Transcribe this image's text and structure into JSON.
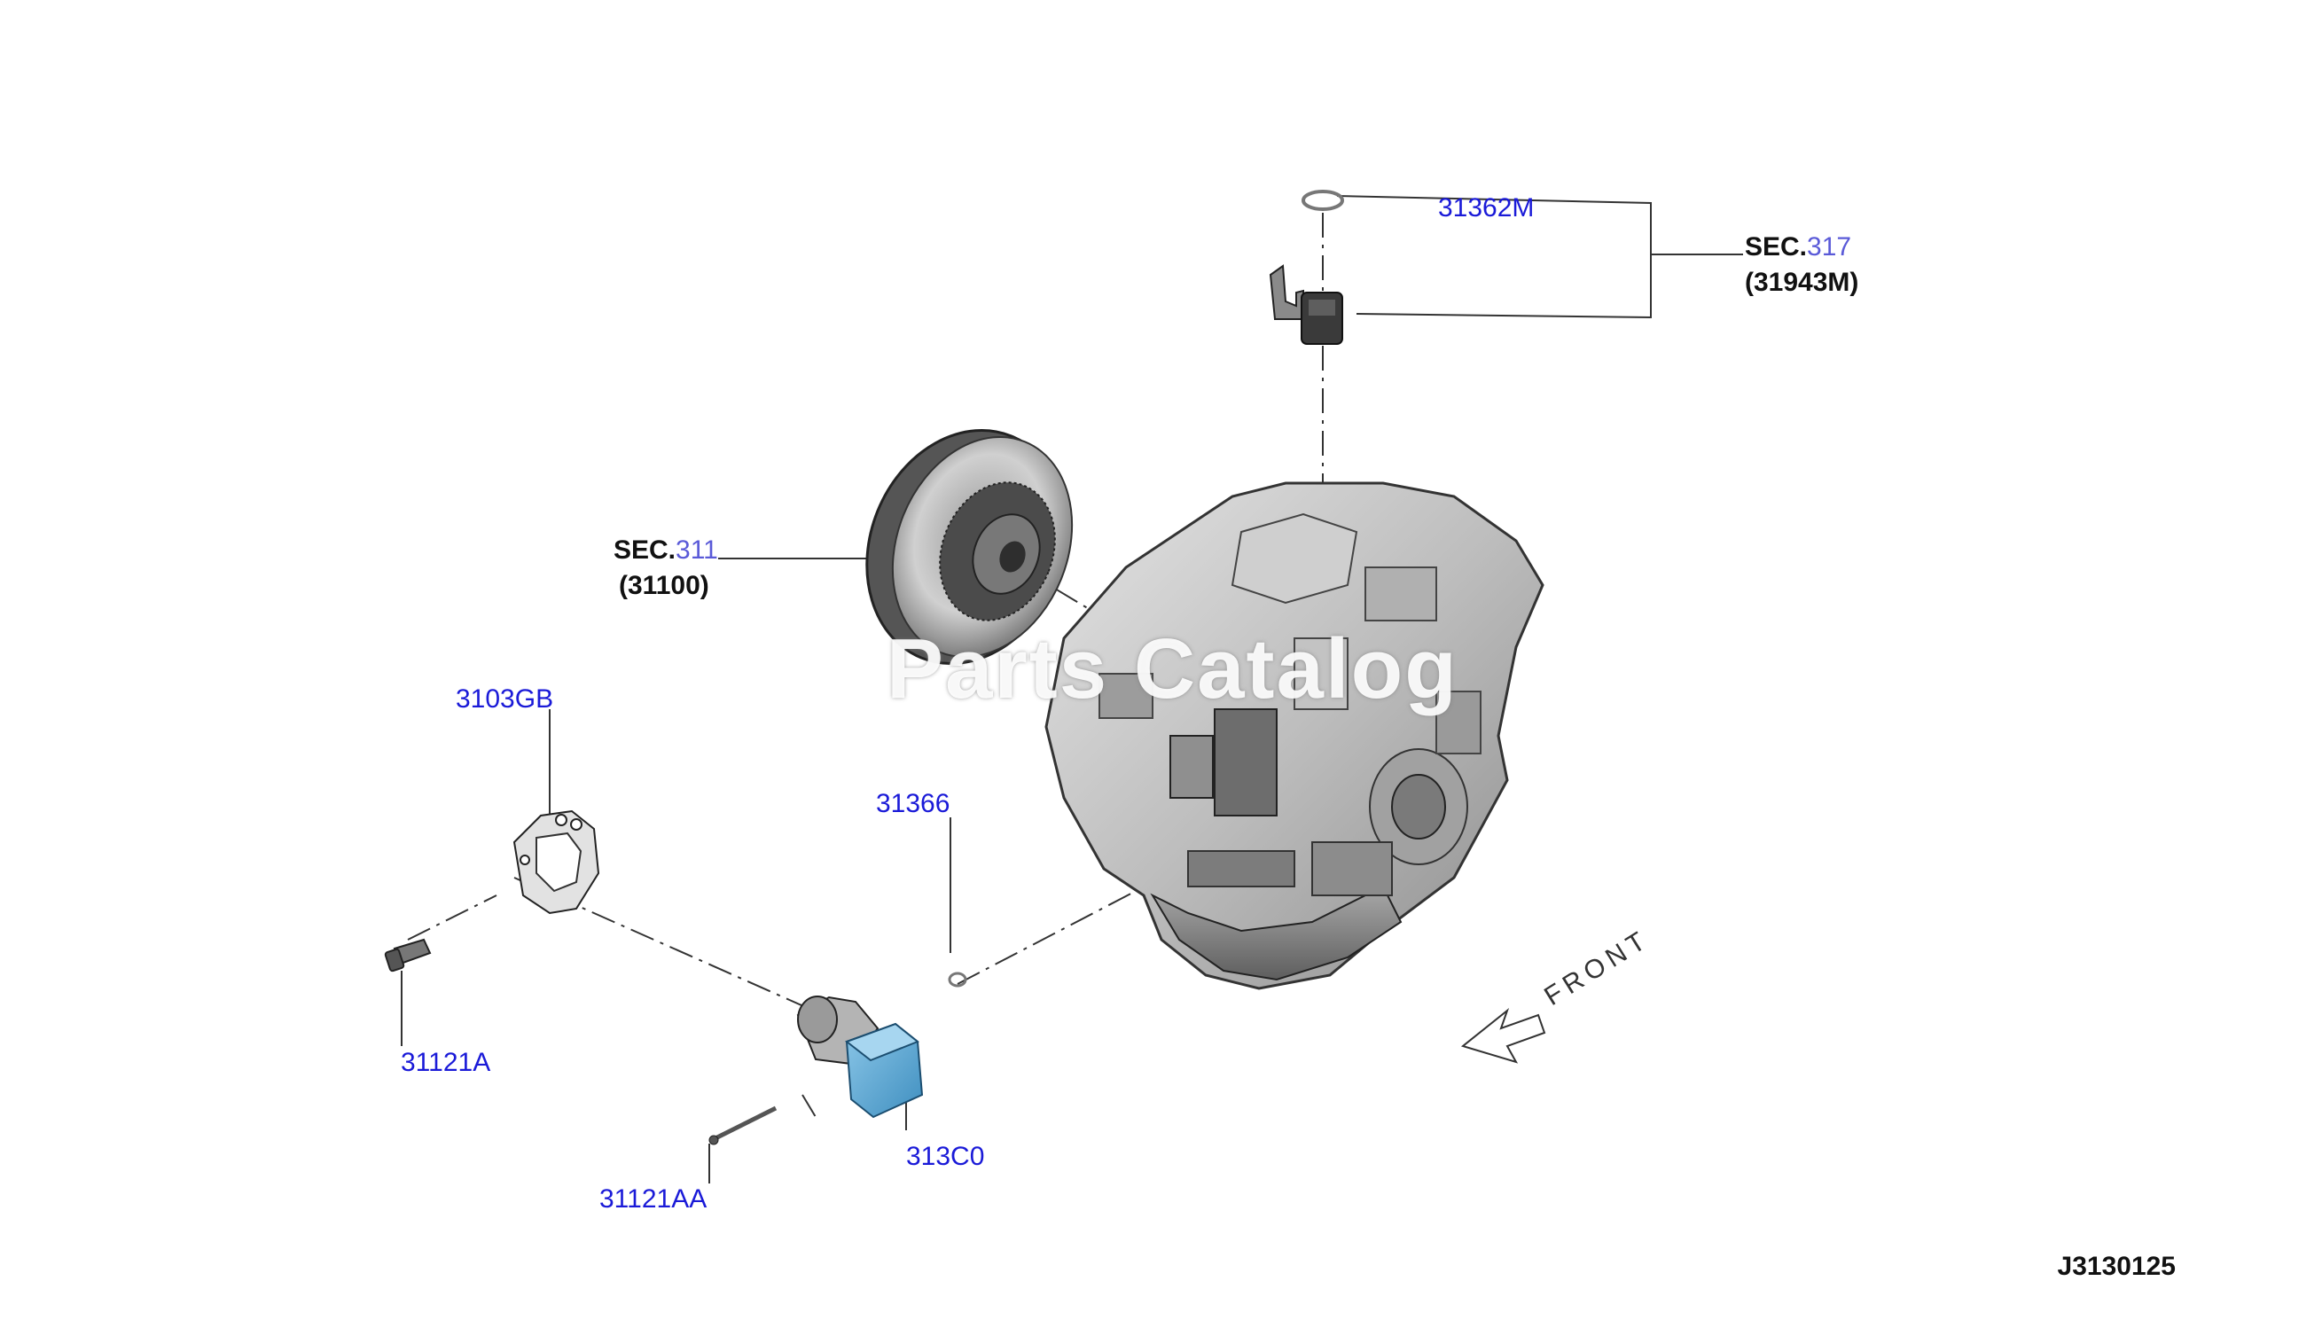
{
  "diagram": {
    "code": "J3130125",
    "watermark": "Parts Catalog",
    "front_label": "FRONT",
    "callouts": {
      "p31362M": "31362M",
      "sec317_prefix": "SEC.",
      "sec317_num": "317",
      "sec317_ref": "(31943M)",
      "sec311_prefix": "SEC.",
      "sec311_num": "311",
      "sec311_ref": "(31100)",
      "p3103GB": "3103GB",
      "p31366": "31366",
      "p31121A": "31121A",
      "p313C0": "313C0",
      "p31121AA": "31121AA"
    }
  },
  "colors": {
    "part_number": "#1a1ad8",
    "sec_number": "#5a5ad8",
    "line": "#333333",
    "control_module": "#5aa9d6"
  }
}
